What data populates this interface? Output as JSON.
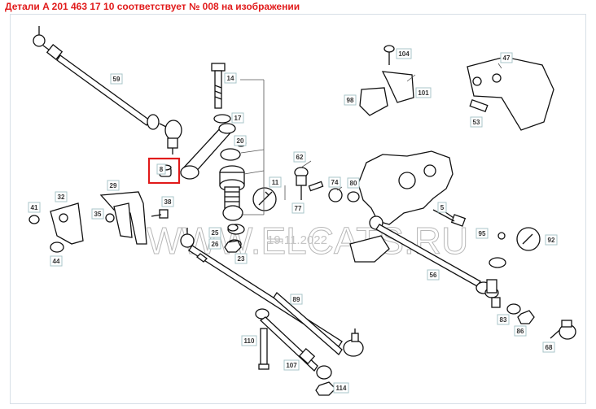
{
  "title": "Детали A 201 463 17 10 соответствует № 008 на изображении",
  "watermark": {
    "text": "WWW.ELCATS.RU",
    "date": "19.11.2022"
  },
  "highlight_color": "#e11b1b",
  "callouts": [
    "59",
    "14",
    "17",
    "20",
    "104",
    "101",
    "98",
    "47",
    "53",
    "8",
    "29",
    "32",
    "38",
    "35",
    "41",
    "44",
    "11",
    "62",
    "74",
    "80",
    "77",
    "5",
    "25",
    "26",
    "23",
    "95",
    "92",
    "56",
    "89",
    "83",
    "86",
    "68",
    "110",
    "107",
    "114"
  ],
  "highlighted_callout": "8"
}
